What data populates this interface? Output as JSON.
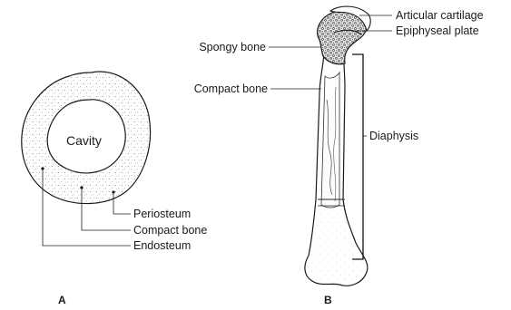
{
  "panel_a": {
    "letter": "A",
    "cavity_label": "Cavity",
    "labels": {
      "periosteum": "Periosteum",
      "compact_bone": "Compact bone",
      "endosteum": "Endosteum"
    }
  },
  "panel_b": {
    "letter": "B",
    "labels": {
      "articular_cartilage": "Articular cartilage",
      "epiphyseal_plate": "Epiphyseal plate",
      "spongy_bone": "Spongy bone",
      "compact_bone": "Compact bone",
      "diaphysis": "Diaphysis"
    }
  }
}
